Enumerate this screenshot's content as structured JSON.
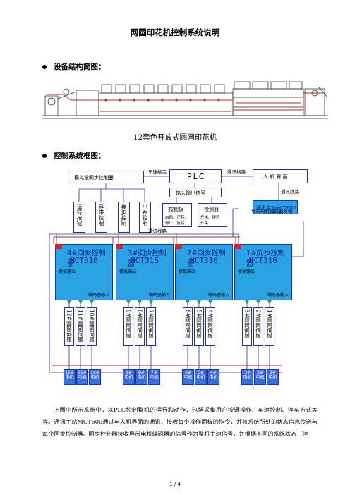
{
  "title": "网圆印花机控制系统说明",
  "section1": "设备结构简图：",
  "caption": "12套色开放式圆网印花机",
  "section2": "控制系统框图：",
  "diagram": {
    "plc": "PLC",
    "top_left_box": "模拟量同步控制器",
    "touch_panel": "人 机 界 面",
    "mct600": "通讯主站MCT600",
    "encoder_label": "导带电机编码器反馈",
    "link_speed": "车速给定",
    "link_comm": "通讯线路",
    "link_comm2": "通讯线路",
    "link_bus": "通讯线路",
    "plc_io": "输入输出信号",
    "buttons": [
      "运转按钮",
      "导带控制",
      "换步控制",
      "出布控制"
    ],
    "input_box": {
      "title": "按钮板",
      "lines": [
        "启动、正转、",
        "停止、反转"
      ]
    },
    "sensor_box": {
      "title": "检测器",
      "lines": [
        "光电、接近",
        "开关"
      ]
    },
    "controllers": [
      {
        "name": "4#同步控制器",
        "model": "MCT316",
        "out": "模拟输出",
        "in": "编码器输入"
      },
      {
        "name": "3#同步控制器",
        "model": "MCT316",
        "out": "模拟输出",
        "in": "编码器输入"
      },
      {
        "name": "2#同步控制器",
        "model": "MCT316",
        "out": "模拟输出",
        "in": "编码器输入"
      },
      {
        "name": "1#同步控制器",
        "model": "MCT316",
        "out": "模拟输出",
        "in": "编码器输入"
      }
    ],
    "encoders": [
      "12#圆网伺服",
      "11#圆网伺服",
      "10#圆网伺服",
      "9#圆网伺服",
      "8#圆网伺服",
      "7#圆网伺服",
      "6#圆网伺服",
      "5#圆网伺服",
      "4#圆网伺服",
      "3#圆网伺服",
      "2#圆网伺服",
      "1#圆网伺服"
    ],
    "motors": [
      {
        "num": "12#",
        "label": "电机"
      },
      {
        "num": "11#",
        "label": "电机"
      },
      {
        "num": "10#",
        "label": "电机"
      },
      {
        "num": "9#",
        "label": "电机"
      },
      {
        "num": "8#",
        "label": "电机"
      },
      {
        "num": "7#",
        "label": "电机"
      },
      {
        "num": "6#",
        "label": "电机"
      },
      {
        "num": "5#",
        "label": "电机"
      },
      {
        "num": "4#",
        "label": "电机"
      },
      {
        "num": "3#",
        "label": "电机"
      },
      {
        "num": "2#",
        "label": "电机"
      },
      {
        "num": "1#",
        "label": "电机"
      }
    ]
  },
  "paragraph": "上图中所示系统中，以PLC控制整机的运行和动作，包括采集用户按键操作、车速控制、停车方式等等。通讯主站MCT600通过与人机界面的通讯，接收每个操作面板的指令，并将系统所处的状态信息传送与每个同步控制器。同步控制器接收导带电机编码器的信号作为整机主速信号，并根据不同的系统状态（停",
  "footer": "1 / 4"
}
